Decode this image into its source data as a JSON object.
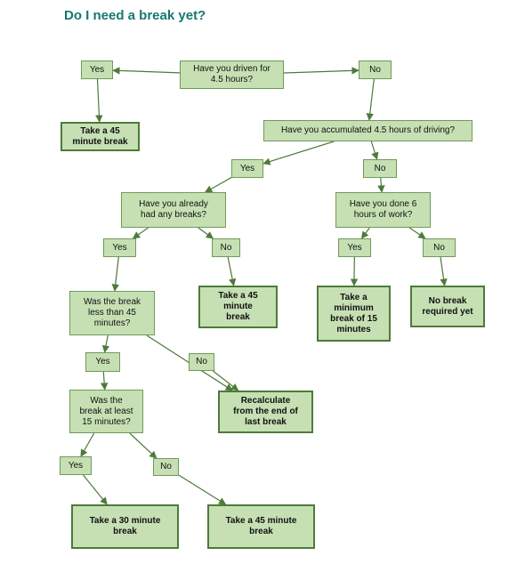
{
  "title": "Do I need a break yet?",
  "colors": {
    "node_fill": "#c6e0b4",
    "node_border": "#6f9a5a",
    "edge": "#4e7a3a",
    "title": "#17776f"
  },
  "nodes": [
    {
      "id": "q1",
      "label": "Have you driven for\n4.5 hours?",
      "kind": "question"
    },
    {
      "id": "q1_yes",
      "label": "Yes",
      "kind": "answer"
    },
    {
      "id": "q1_no",
      "label": "No",
      "kind": "answer"
    },
    {
      "id": "o1",
      "label": "Take a 45\nminute break",
      "kind": "outcome"
    },
    {
      "id": "q2",
      "label": "Have you accumulated 4.5 hours of driving?",
      "kind": "question"
    },
    {
      "id": "q2_yes",
      "label": "Yes",
      "kind": "answer"
    },
    {
      "id": "q2_no",
      "label": "No",
      "kind": "answer"
    },
    {
      "id": "q3",
      "label": "Have you already\nhad any breaks?",
      "kind": "question"
    },
    {
      "id": "q4",
      "label": "Have you done 6\nhours of work?",
      "kind": "question"
    },
    {
      "id": "q3_yes",
      "label": "Yes",
      "kind": "answer"
    },
    {
      "id": "q3_no",
      "label": "No",
      "kind": "answer"
    },
    {
      "id": "q4_yes",
      "label": "Yes",
      "kind": "answer"
    },
    {
      "id": "q4_no",
      "label": "No",
      "kind": "answer"
    },
    {
      "id": "q5",
      "label": "Was the break\nless than 45\nminutes?",
      "kind": "question"
    },
    {
      "id": "o2",
      "label": "Take a 45\nminute\nbreak",
      "kind": "outcome"
    },
    {
      "id": "o3",
      "label": "Take a\nminimum\nbreak of 15\nminutes",
      "kind": "outcome"
    },
    {
      "id": "o4",
      "label": "No break\nrequired yet",
      "kind": "outcome"
    },
    {
      "id": "q5_yes",
      "label": "Yes",
      "kind": "answer"
    },
    {
      "id": "q5_no",
      "label": "No",
      "kind": "answer"
    },
    {
      "id": "q6",
      "label": "Was the\nbreak at least\n15 minutes?",
      "kind": "question"
    },
    {
      "id": "o5",
      "label": "Recalculate\nfrom the end of\nlast break",
      "kind": "outcome"
    },
    {
      "id": "q6_yes",
      "label": "Yes",
      "kind": "answer"
    },
    {
      "id": "q6_no",
      "label": "No",
      "kind": "answer"
    },
    {
      "id": "o6",
      "label": "Take a 30 minute\nbreak",
      "kind": "outcome"
    },
    {
      "id": "o7",
      "label": "Take a 45 minute\nbreak",
      "kind": "outcome"
    }
  ],
  "edges": [
    [
      "q1",
      "q1_yes"
    ],
    [
      "q1",
      "q1_no"
    ],
    [
      "q1_yes",
      "o1"
    ],
    [
      "q1_no",
      "q2"
    ],
    [
      "q2",
      "q2_yes"
    ],
    [
      "q2",
      "q2_no"
    ],
    [
      "q2_yes",
      "q3"
    ],
    [
      "q2_no",
      "q4"
    ],
    [
      "q3",
      "q3_yes"
    ],
    [
      "q3",
      "q3_no"
    ],
    [
      "q4",
      "q4_yes"
    ],
    [
      "q4",
      "q4_no"
    ],
    [
      "q3_yes",
      "q5"
    ],
    [
      "q3_no",
      "o2"
    ],
    [
      "q4_yes",
      "o3"
    ],
    [
      "q4_no",
      "o4"
    ],
    [
      "q5",
      "q5_yes"
    ],
    [
      "q5",
      "o5"
    ],
    [
      "q5_yes",
      "q6"
    ],
    [
      "q5_no",
      "o5"
    ],
    [
      "q6",
      "q6_yes"
    ],
    [
      "q6",
      "q6_no"
    ],
    [
      "q6_yes",
      "o6"
    ],
    [
      "q6_no",
      "o7"
    ]
  ]
}
